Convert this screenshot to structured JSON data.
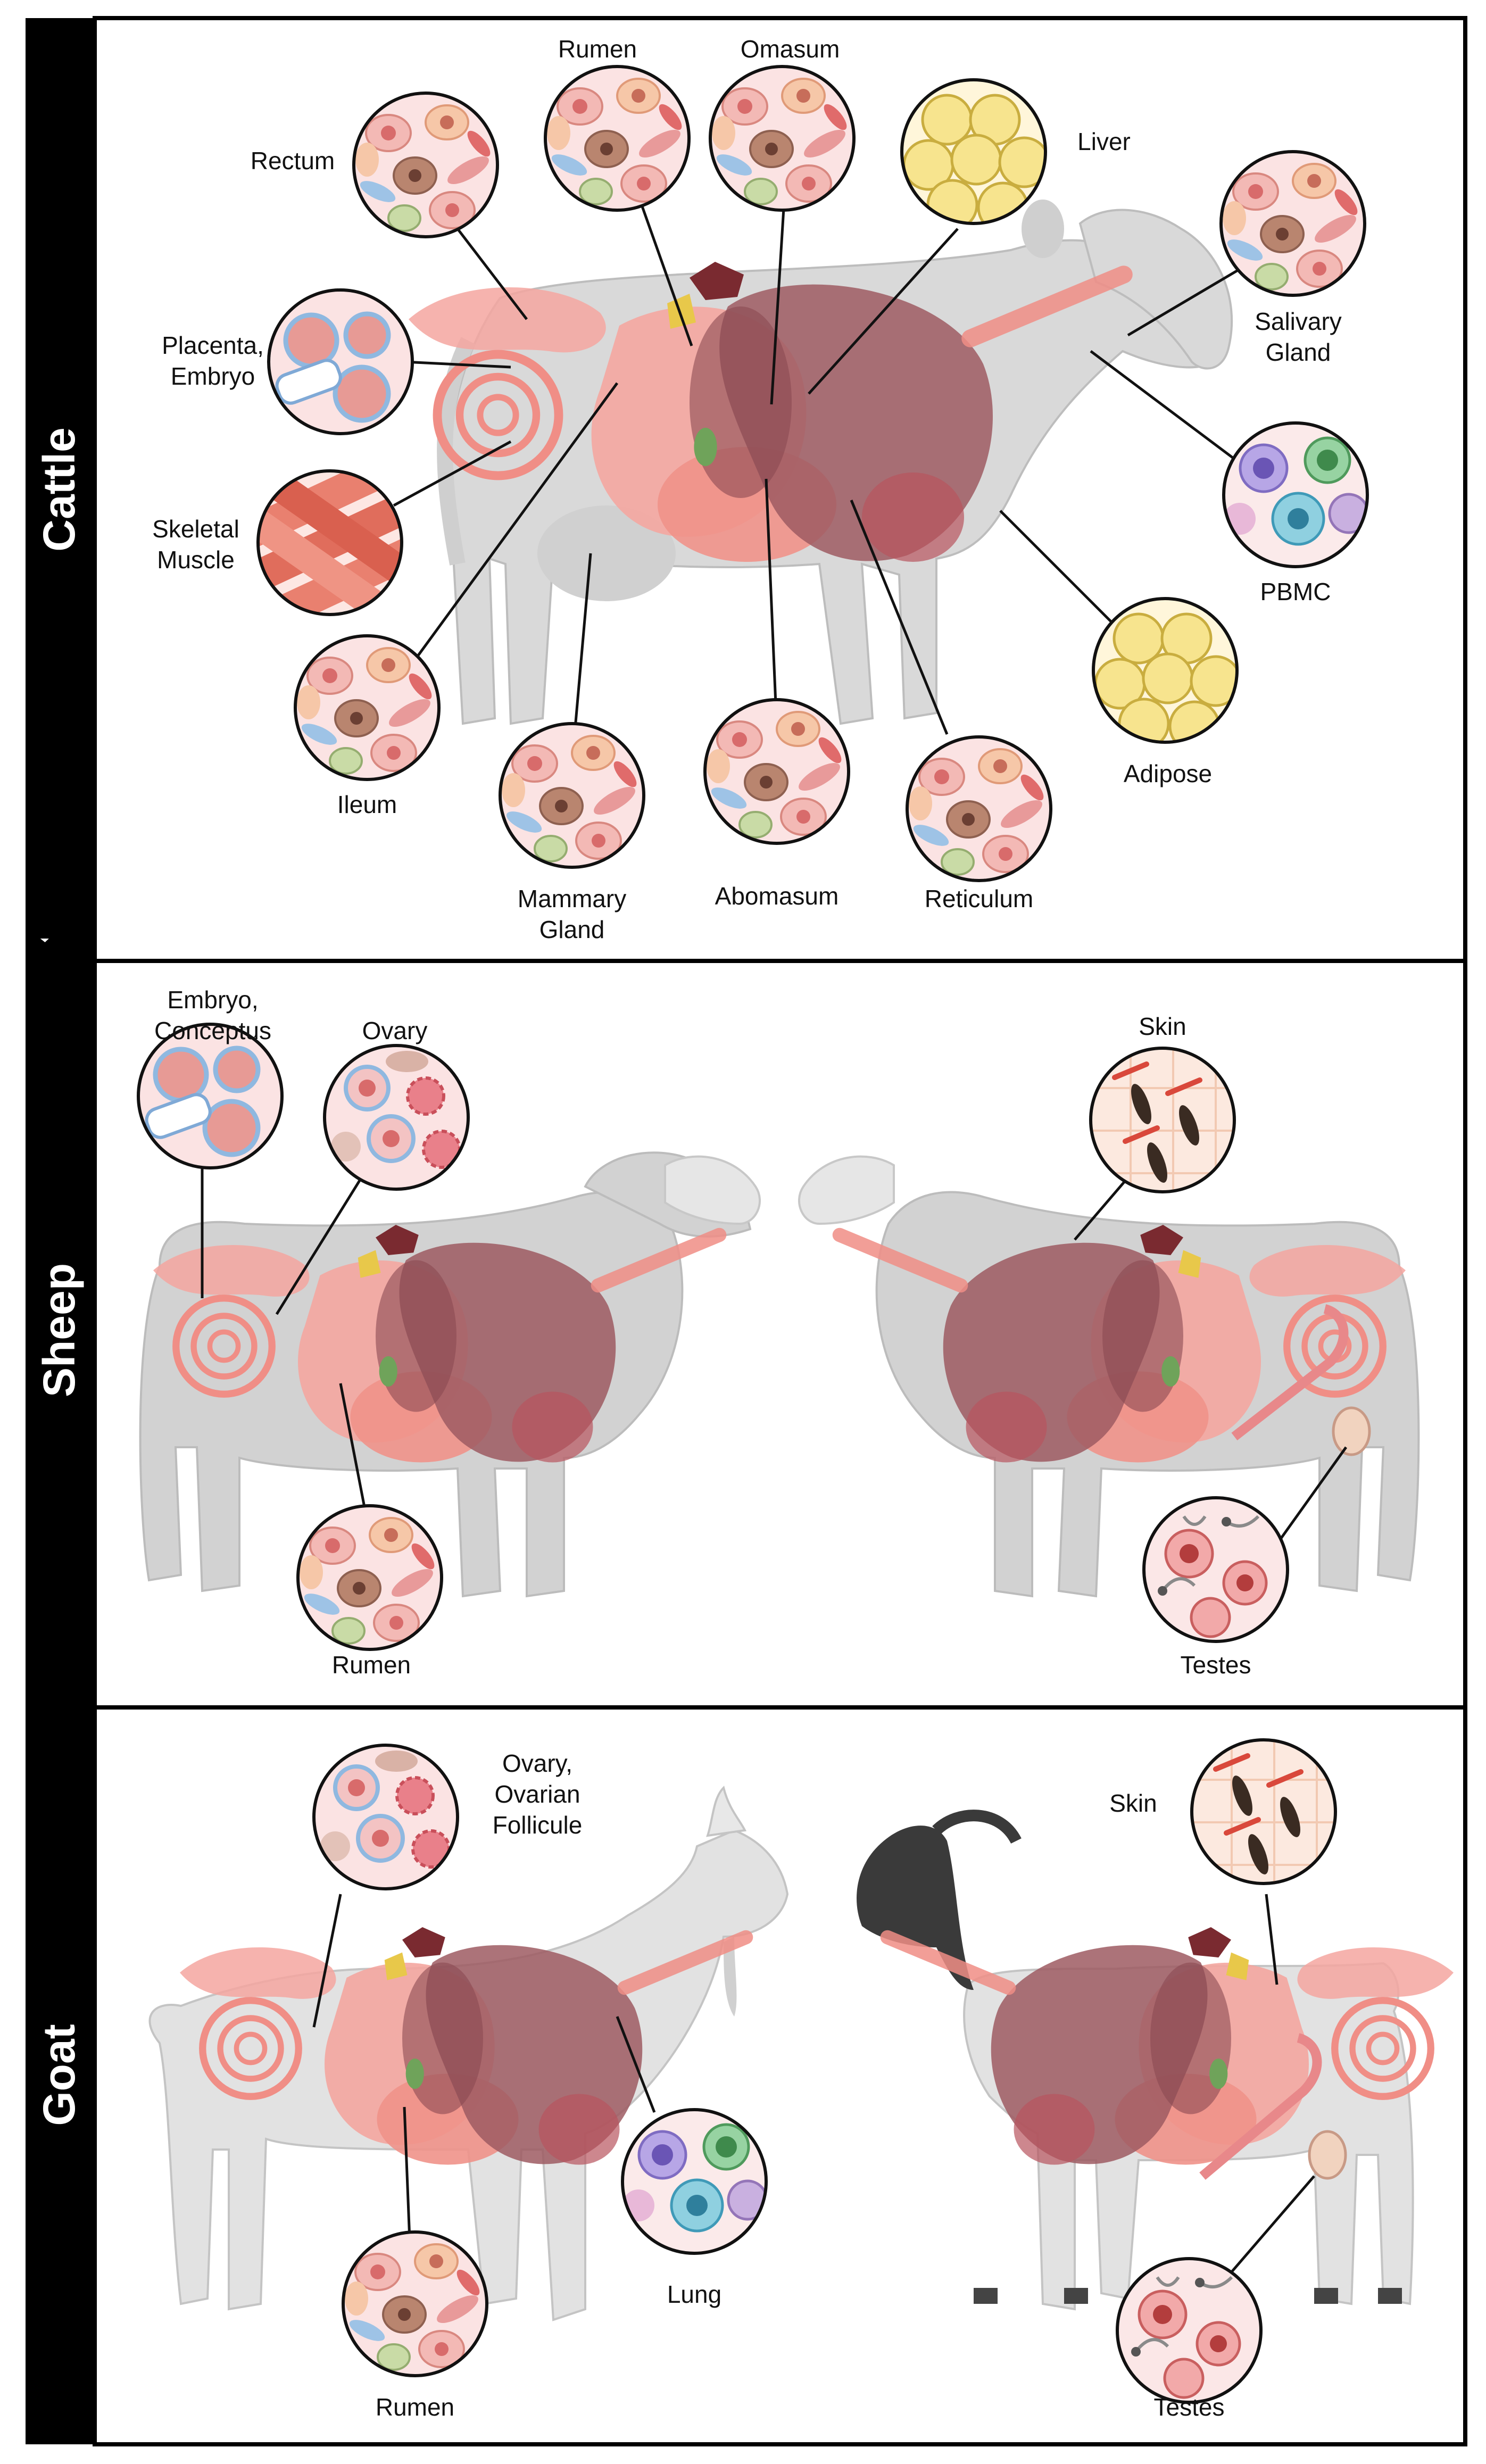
{
  "panels": {
    "cattle": {
      "side_label": "Cattle",
      "labels": {
        "rectum": "Rectum",
        "rumen": "Rumen",
        "omasum": "Omasum",
        "liver": "Liver",
        "placenta_1": "Placenta,",
        "placenta_2": "Embryo",
        "salivary_1": "Salivary",
        "salivary_2": "Gland",
        "skeletal_1": "Skeletal",
        "skeletal_2": "Muscle",
        "pbmc": "PBMC",
        "ileum": "Ileum",
        "adipose": "Adipose",
        "mammary_1": "Mammary",
        "mammary_2": "Gland",
        "abomasum": "Abomasum",
        "reticulum": "Reticulum"
      }
    },
    "sheep": {
      "side_label": "Sheep",
      "labels": {
        "embryo_1": "Embryo,",
        "embryo_2": "Conceptus",
        "ovary": "Ovary",
        "skin": "Skin",
        "rumen": "Rumen",
        "testes": "Testes"
      }
    },
    "goat": {
      "side_label": "Goat",
      "labels": {
        "ovary_1": "Ovary,",
        "ovary_2": "Ovarian",
        "ovary_3": "Follicule",
        "skin": "Skin",
        "lung": "Lung",
        "rumen": "Rumen",
        "testes": "Testes"
      }
    }
  },
  "colors": {
    "frame": "#000000",
    "organ_pink": "#f4a6a0",
    "liver_maroon": "#9e5a62",
    "gallbladder": "#6fa35a",
    "cell_bg": "#fbe3e3",
    "fat_yellow": "#f7e48e",
    "goat_dark": "#3a3a3a"
  },
  "icons": [
    "tissue-circle-icon",
    "cow-silhouette",
    "sheep-silhouette",
    "goat-silhouette",
    "organ-overlay"
  ]
}
